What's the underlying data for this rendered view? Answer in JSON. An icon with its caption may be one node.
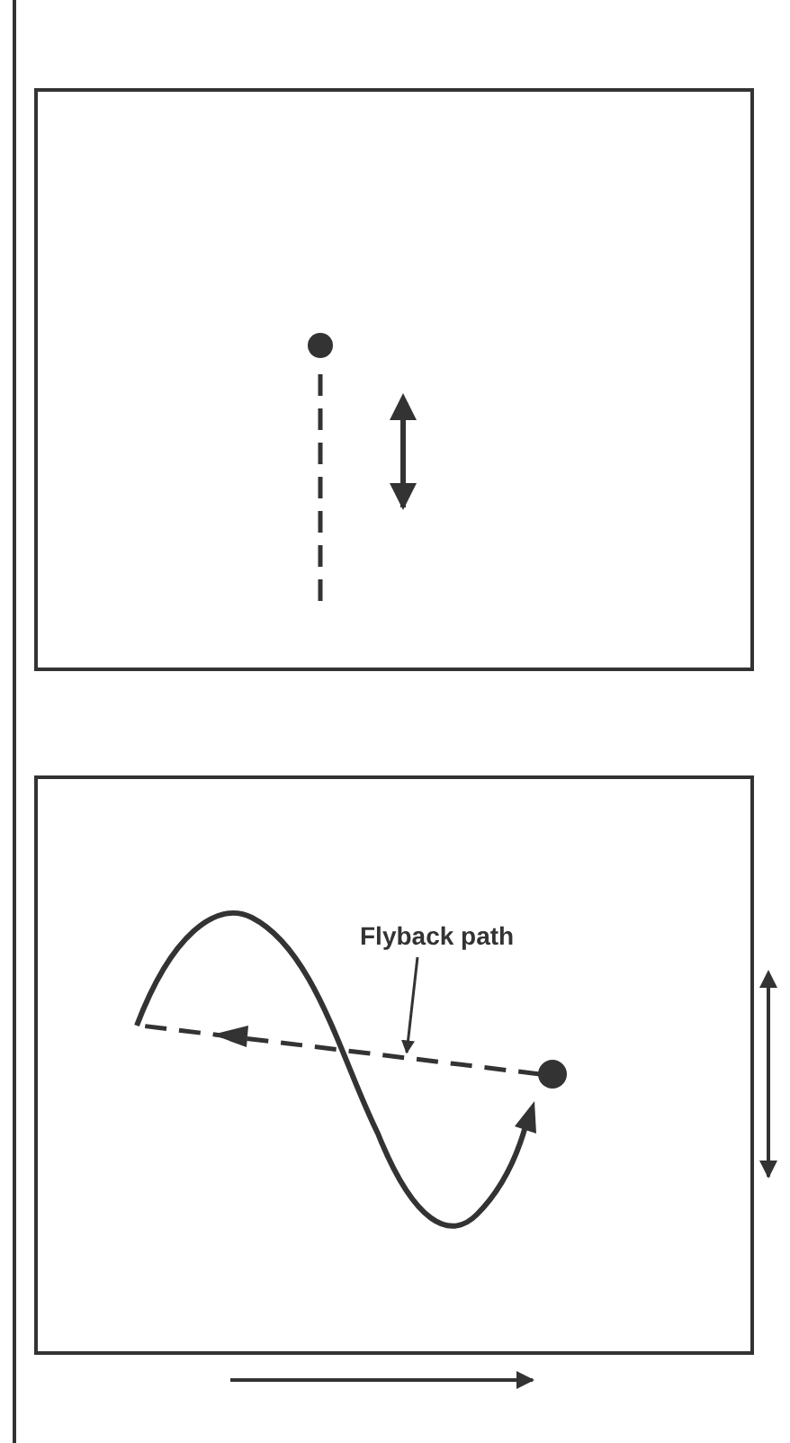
{
  "diagram": {
    "nodes": [
      {
        "text": [
          "Flyback path"
        ]
      },
      {
        "text": [],
        "shape": "line"
      }
    ],
    "edges": [
      {
        "from": 0,
        "to": 1,
        "arrow": "to"
      }
    ]
  }
}
